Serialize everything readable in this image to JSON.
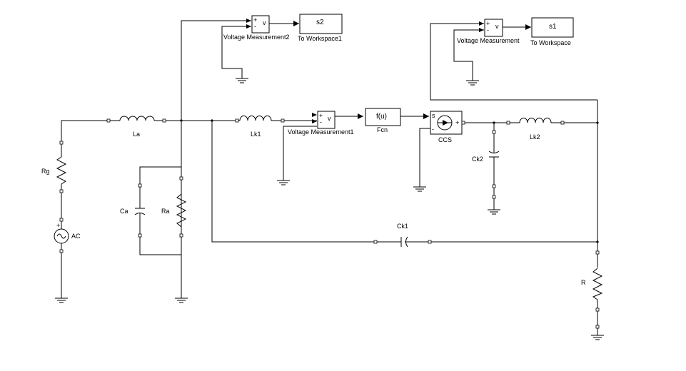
{
  "blocks": {
    "voltage_measurement2": {
      "label": "Voltage Measurement2",
      "symbol": "v",
      "plus": "+",
      "minus": "-"
    },
    "to_workspace1": {
      "label": "To Workspace1",
      "var": "s2"
    },
    "voltage_measurement": {
      "label": "Voltage Measurement",
      "symbol": "v",
      "plus": "+",
      "minus": "-"
    },
    "to_workspace": {
      "label": "To Workspace",
      "var": "s1"
    },
    "voltage_measurement1": {
      "label": "Voltage Measurement1",
      "symbol": "v",
      "plus": "+",
      "minus": "-"
    },
    "fcn": {
      "label": "Fcn",
      "expr": "f(u)"
    },
    "ccs": {
      "label": "CCS",
      "s": "s",
      "plus": "+",
      "minus": "-"
    },
    "la": {
      "label": "La"
    },
    "lk1": {
      "label": "Lk1"
    },
    "lk2": {
      "label": "Lk2"
    },
    "rg": {
      "label": "Rg"
    },
    "ac": {
      "label": "AC"
    },
    "ca": {
      "label": "Ca"
    },
    "ra": {
      "label": "Ra"
    },
    "ck1": {
      "label": "Ck1"
    },
    "ck2": {
      "label": "Ck2"
    },
    "r": {
      "label": "R"
    }
  }
}
